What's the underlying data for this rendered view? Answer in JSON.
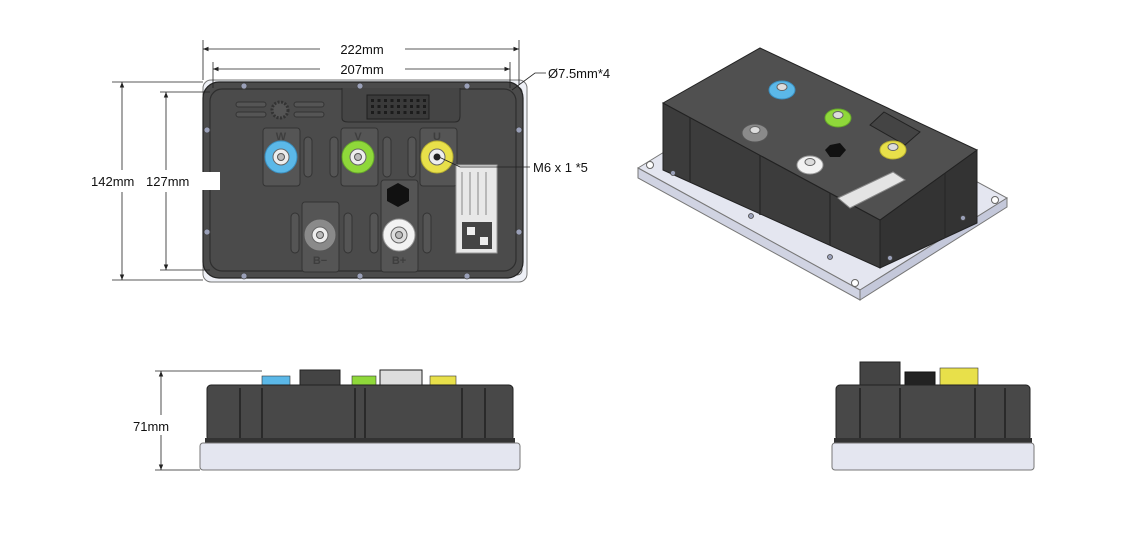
{
  "dimensions": {
    "overall_width": "222mm",
    "hole_spacing_width": "207mm",
    "mounting_holes": "Ø7.5mm*4",
    "terminal_thread": "M6 x 1 *5",
    "overall_length": "142mm",
    "hole_spacing_length": "127mm",
    "height": "71mm"
  },
  "terminals": [
    {
      "label": "W",
      "color": "#5bb8e8"
    },
    {
      "label": "V",
      "color": "#8fd83a"
    },
    {
      "label": "U",
      "color": "#e8e04a"
    },
    {
      "label": "B−",
      "color": "#8a8a8a"
    },
    {
      "label": "B+",
      "color": "#f2f2f2"
    }
  ],
  "colors": {
    "housing": "#4a4a4a",
    "housing_dark": "#333333",
    "base_plate": "#e4e6f0"
  }
}
